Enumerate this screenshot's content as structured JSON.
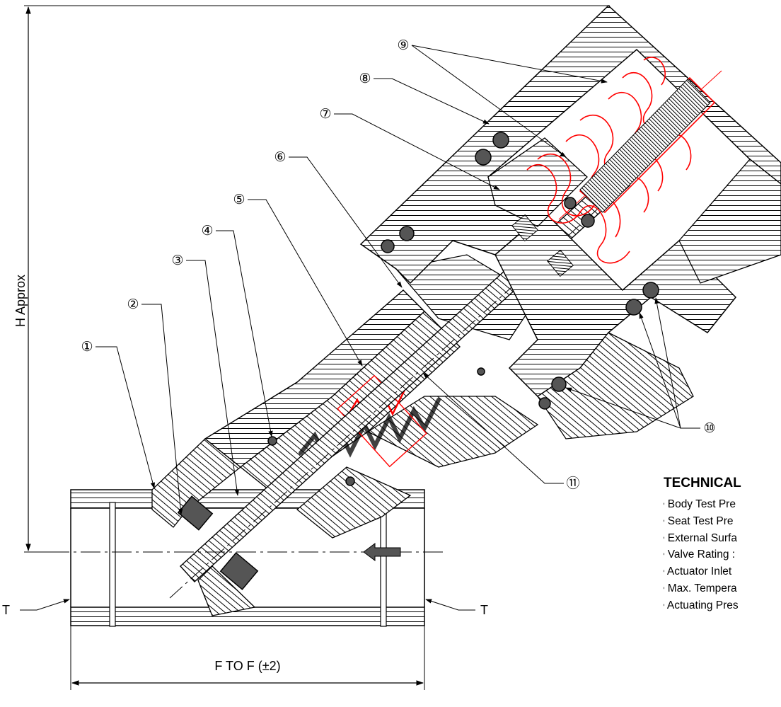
{
  "dimensions": {
    "height": "H Approx",
    "face_to_face": "F TO F (±2)",
    "thread_left": "T",
    "thread_right": "T"
  },
  "callouts": [
    "①",
    "②",
    "③",
    "④",
    "⑤",
    "⑥",
    "⑦",
    "⑧",
    "⑨",
    "⑩",
    "⑪"
  ],
  "technical": {
    "title": "TECHNICAL",
    "items": [
      "• Body Test Pre",
      "• Seat Test Pre",
      "• External Surfa",
      "• Valve Rating :",
      "• Actuator Inlet",
      "• Max. Tempera",
      "• Actuating Pres"
    ]
  },
  "colors": {
    "line": "#000000",
    "spring_red": "#ff0000",
    "seal_gray": "#555555"
  }
}
